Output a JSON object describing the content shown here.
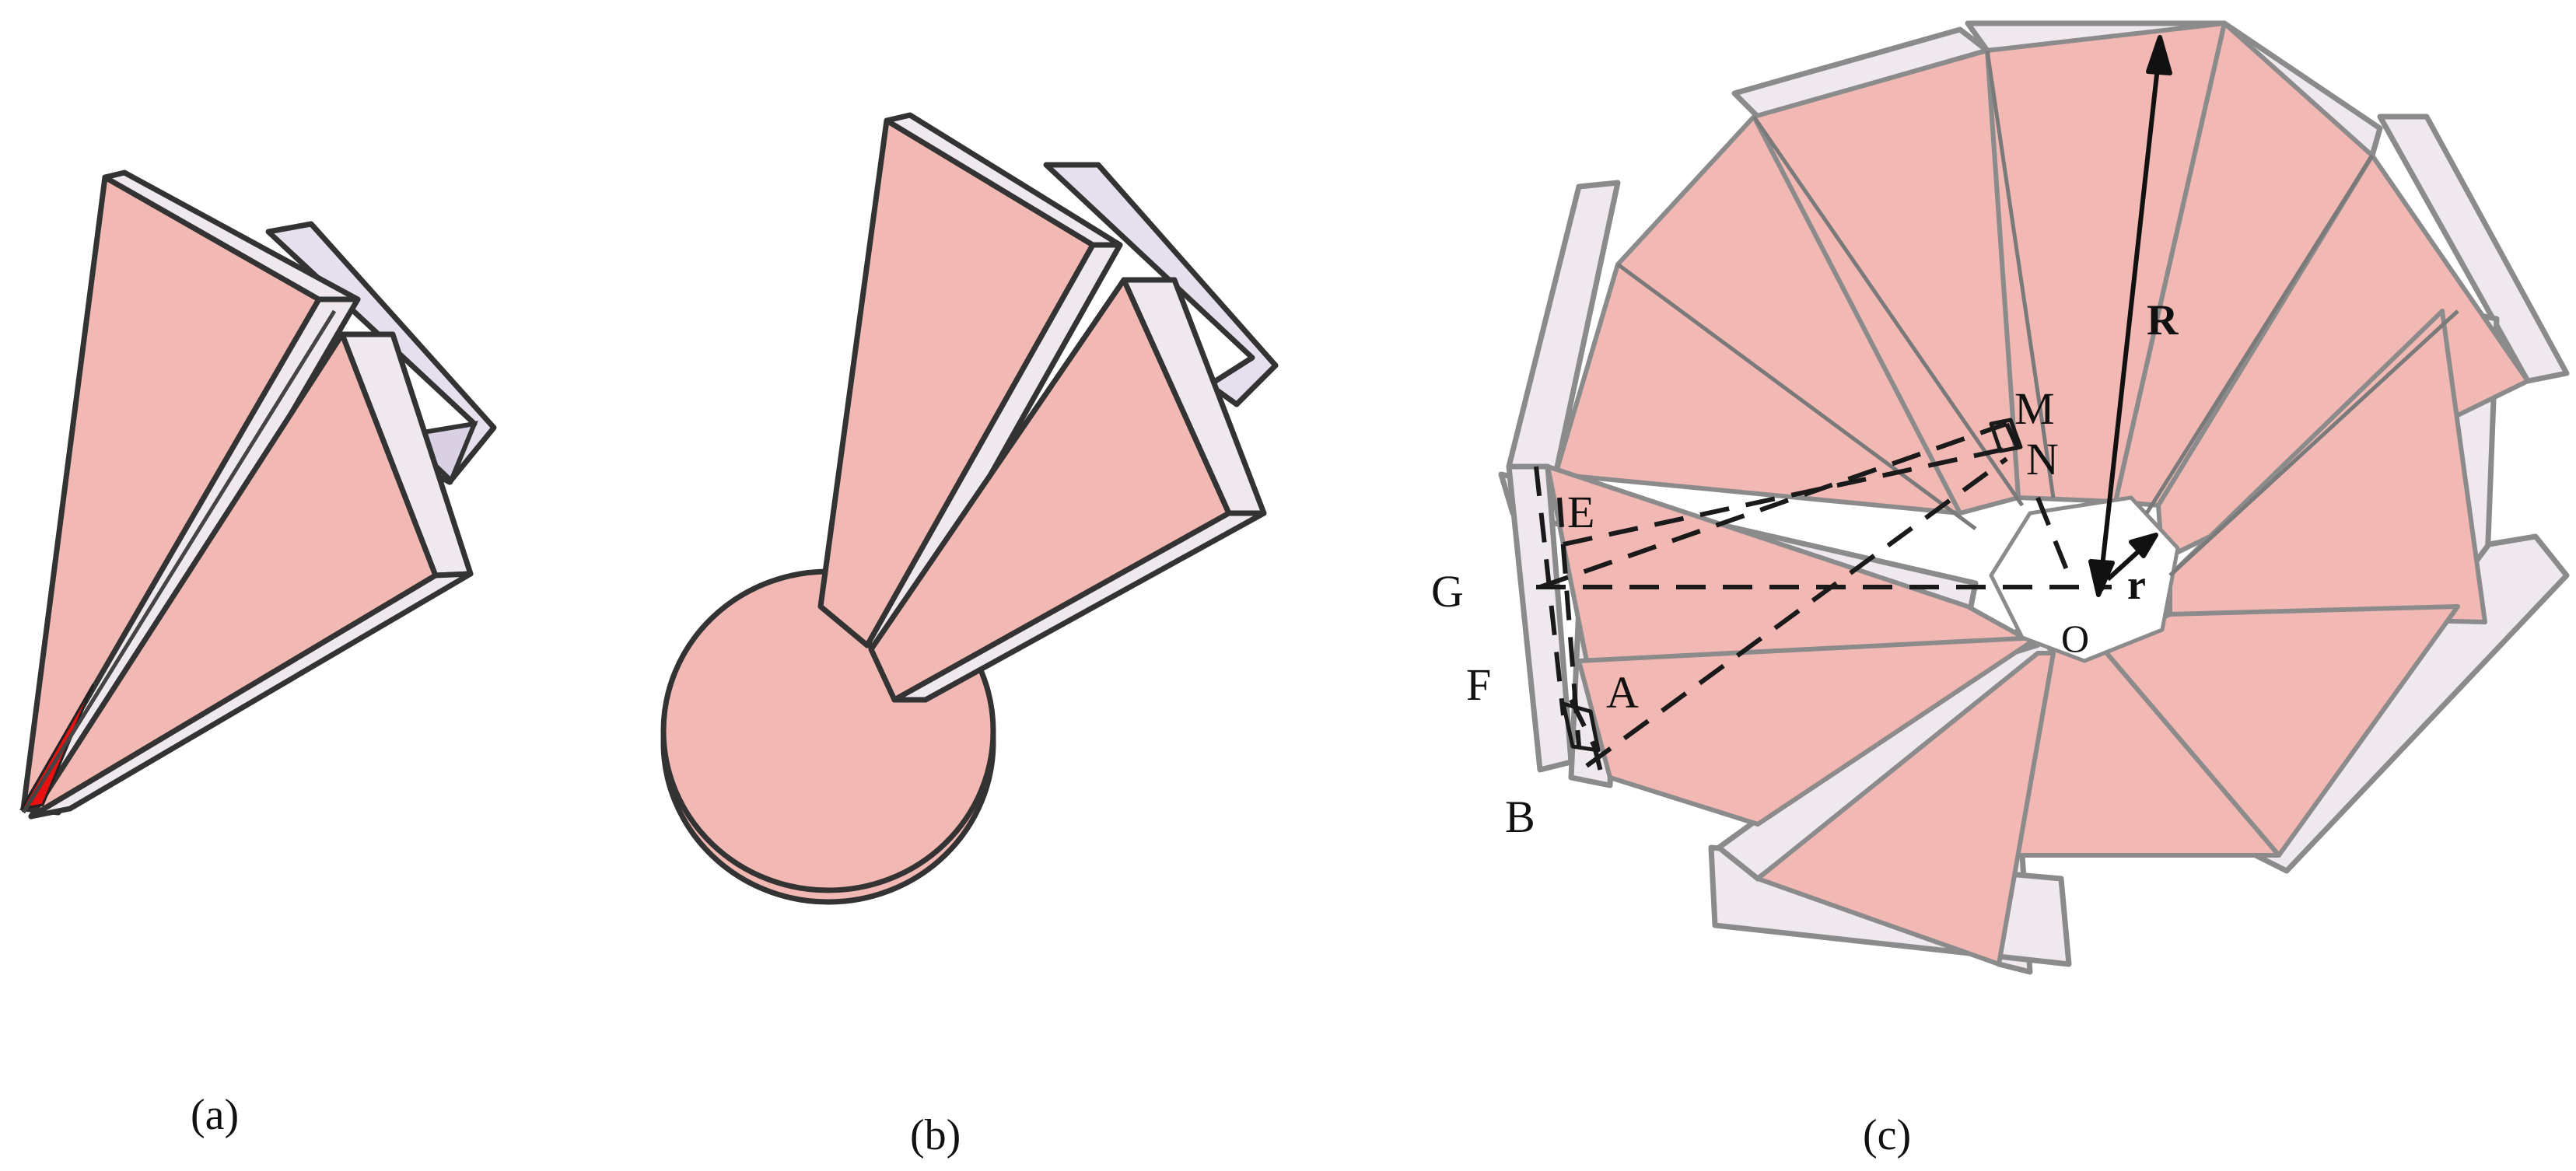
{
  "captions": {
    "a": "(a)",
    "b": "(b)",
    "c": "(c)"
  },
  "point_labels": {
    "M": "M",
    "N": "N",
    "E": "E",
    "G": "G",
    "F": "F",
    "A": "A",
    "B": "B",
    "O": "O",
    "R": "R",
    "r": "r"
  },
  "colors": {
    "face": "#f2b8b4",
    "face_edge": "#555555",
    "rim": "#efe8ef",
    "rim_shadow": "#d9d0e3",
    "outline_dark": "#333333",
    "outline_gray": "#8b8b8b",
    "highlight": "#e81010",
    "annotation": "#111111"
  }
}
